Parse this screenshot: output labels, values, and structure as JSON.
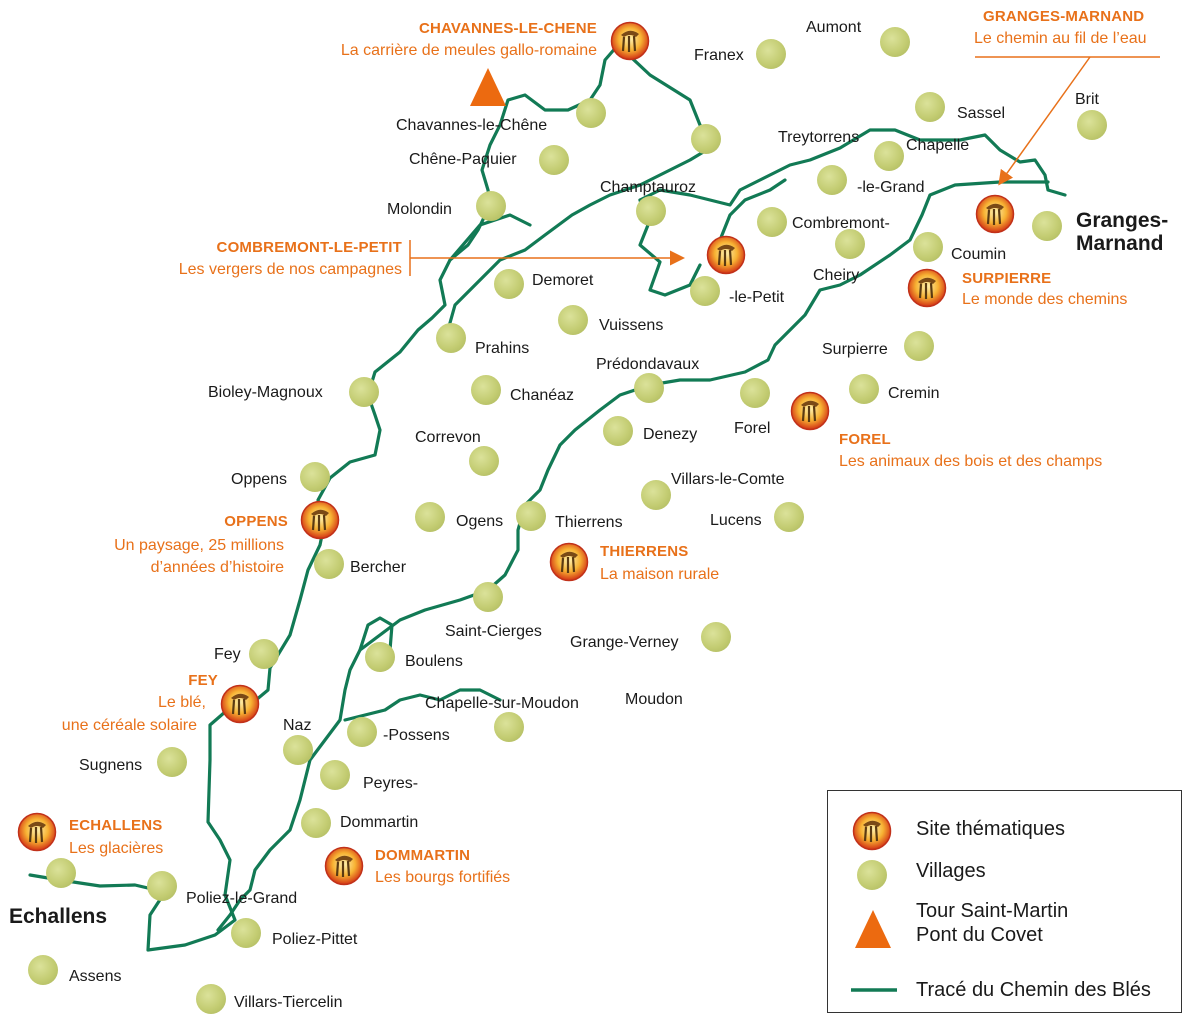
{
  "villages": [
    {
      "name": "Franex"
    },
    {
      "name": "Aumont"
    },
    {
      "name": "Sassel"
    },
    {
      "name": "Brit"
    },
    {
      "name": "Chavannes-le-Chêne"
    },
    {
      "name": "Chêne-Paquier"
    },
    {
      "name": "Molondin"
    },
    {
      "name": "Treytorrens"
    },
    {
      "name": "Chapelle"
    },
    {
      "name": "-le-Grand"
    },
    {
      "name": "Champtauroz"
    },
    {
      "name": "Combremont-"
    },
    {
      "name": "Coumin"
    },
    {
      "name": "Cheiry"
    },
    {
      "name": "-le-Petit"
    },
    {
      "name": "Demoret"
    },
    {
      "name": "Vuissens"
    },
    {
      "name": "Prahins"
    },
    {
      "name": "Surpierre"
    },
    {
      "name": "Prédondavaux"
    },
    {
      "name": "Bioley-Magnoux"
    },
    {
      "name": "Chanéaz"
    },
    {
      "name": "Cremin"
    },
    {
      "name": "Forel"
    },
    {
      "name": "Denezy"
    },
    {
      "name": "Correvon"
    },
    {
      "name": "Oppens"
    },
    {
      "name": "Villars-le-Comte"
    },
    {
      "name": "Ogens"
    },
    {
      "name": "Thierrens"
    },
    {
      "name": "Lucens"
    },
    {
      "name": "Bercher"
    },
    {
      "name": "Saint-Cierges"
    },
    {
      "name": "Grange-Verney"
    },
    {
      "name": "Fey"
    },
    {
      "name": "Boulens"
    },
    {
      "name": "Moudon"
    },
    {
      "name": "Chapelle-sur-Moudon"
    },
    {
      "name": "Naz"
    },
    {
      "name": "-Possens"
    },
    {
      "name": "Sugnens"
    },
    {
      "name": "Peyres-"
    },
    {
      "name": "Dommartin"
    },
    {
      "name": "Poliez-le-Grand"
    },
    {
      "name": "Poliez-Pittet"
    },
    {
      "name": "Assens"
    },
    {
      "name": "Villars-Tiercelin"
    }
  ],
  "sites": [
    {
      "title": "CHAVANNES-LE-CHENE",
      "subtitle": "La carrière de meules gallo-romaine"
    },
    {
      "title": "GRANGES-MARNAND",
      "subtitle": "Le chemin au fil de l’eau"
    },
    {
      "title": "COMBREMONT-LE-PETIT",
      "subtitle": "Les vergers de nos campagnes"
    },
    {
      "title": "SURPIERRE",
      "subtitle": "Le monde des chemins"
    },
    {
      "title": "FOREL",
      "subtitle": "Les animaux des bois et des champs"
    },
    {
      "title": "OPPENS",
      "subtitle": "Un paysage, 25 millions",
      "subtitle2": "d’années d’histoire"
    },
    {
      "title": "THIERRENS",
      "subtitle": "La maison rurale"
    },
    {
      "title": "FEY",
      "subtitle": "Le blé,",
      "subtitle2": "une céréale solaire"
    },
    {
      "title": "ECHALLENS",
      "subtitle": "Les glacières"
    },
    {
      "title": "DOMMARTIN",
      "subtitle": "Les bourgs fortifiés"
    }
  ],
  "towns": {
    "granges_line1": "Granges-",
    "granges_line2": "Marnand",
    "echallens": "Echallens"
  },
  "legend": {
    "site": "Site thématiques",
    "villages": "Villages",
    "tower_line1": "Tour Saint-Martin",
    "tower_line2": "Pont du Covet",
    "route": "Tracé du Chemin des Blés"
  },
  "colors": {
    "route": "#127a55",
    "accent": "#e8711a",
    "village": "#c3cc72",
    "text": "#1a1a1a"
  },
  "icons": {
    "site": "wheat-sheaf-icon",
    "village": "village-dot-icon",
    "tower": "tower-triangle-icon"
  }
}
